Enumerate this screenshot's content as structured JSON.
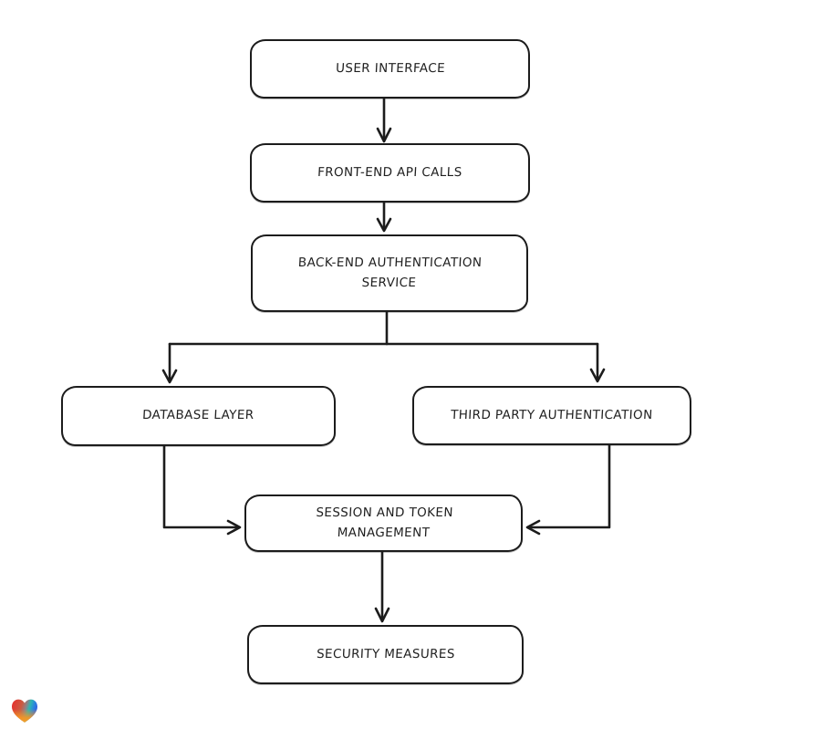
{
  "page": {
    "background": "#ffffff"
  },
  "diagram": {
    "stroke_color": "#1c1c1c",
    "text_color": "#1f1f1f",
    "node_fill": "#ffffff",
    "nodes": {
      "user_interface": {
        "label": "USER INTERFACE"
      },
      "front_end_api_calls": {
        "label": "FRONT-END API CALLS"
      },
      "back_end_auth_service": {
        "label": "BACK-END AUTHENTICATION SERVICE"
      },
      "database_layer": {
        "label": "DATABASE LAYER"
      },
      "third_party_auth": {
        "label": "THIRD PARTY AUTHENTICATION"
      },
      "session_token_mgmt": {
        "label": "SESSION AND TOKEN MANAGEMENT"
      },
      "security_measures": {
        "label": "SECURITY MEASURES"
      }
    },
    "edges": [
      {
        "from": "user_interface",
        "to": "front_end_api_calls"
      },
      {
        "from": "front_end_api_calls",
        "to": "back_end_auth_service"
      },
      {
        "from": "back_end_auth_service",
        "to": "database_layer"
      },
      {
        "from": "back_end_auth_service",
        "to": "third_party_auth"
      },
      {
        "from": "database_layer",
        "to": "session_token_mgmt"
      },
      {
        "from": "third_party_auth",
        "to": "session_token_mgmt"
      },
      {
        "from": "session_token_mgmt",
        "to": "security_measures"
      }
    ]
  },
  "logo": {
    "name": "gradient-heart-logo",
    "colors": {
      "red": "#e92c2c",
      "teal": "#2eb6b0",
      "blue": "#3366e0",
      "orange": "#f89620"
    }
  }
}
